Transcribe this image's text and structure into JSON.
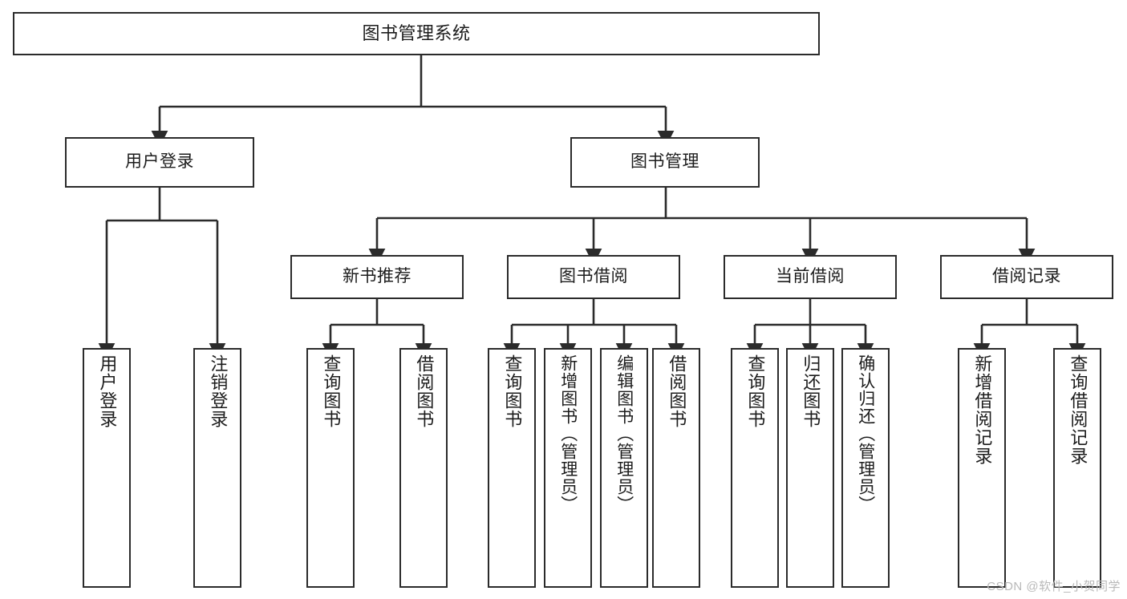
{
  "diagram": {
    "title": "图书管理系统",
    "type": "tree",
    "watermark": "CSDN @软件_小贺同学",
    "colors": {
      "stroke": "#2b2b2b",
      "fill": "#ffffff",
      "text": "#1c1c1c",
      "watermark": "#b9b9b9"
    },
    "nodes": {
      "root": {
        "label": "图书管理系统"
      },
      "level1": [
        {
          "label": "用户登录"
        },
        {
          "label": "图书管理"
        }
      ],
      "level2": [
        {
          "label": "新书推荐"
        },
        {
          "label": "图书借阅"
        },
        {
          "label": "当前借阅"
        },
        {
          "label": "借阅记录"
        }
      ],
      "leaves_user_login": [
        {
          "label": "用户登录"
        },
        {
          "label": "注销登录"
        }
      ],
      "leaves_new_book": [
        {
          "label": "查询图书"
        },
        {
          "label": "借阅图书"
        }
      ],
      "leaves_borrow": [
        {
          "label": "查询图书"
        },
        {
          "label": "新增图书（管理员）"
        },
        {
          "label": "编辑图书（管理员）"
        },
        {
          "label": "借阅图书"
        }
      ],
      "leaves_current": [
        {
          "label": "查询图书"
        },
        {
          "label": "归还图书"
        },
        {
          "label": "确认归还（管理员）"
        }
      ],
      "leaves_record": [
        {
          "label": "新增借阅记录"
        },
        {
          "label": "查询借阅记录"
        }
      ]
    }
  }
}
